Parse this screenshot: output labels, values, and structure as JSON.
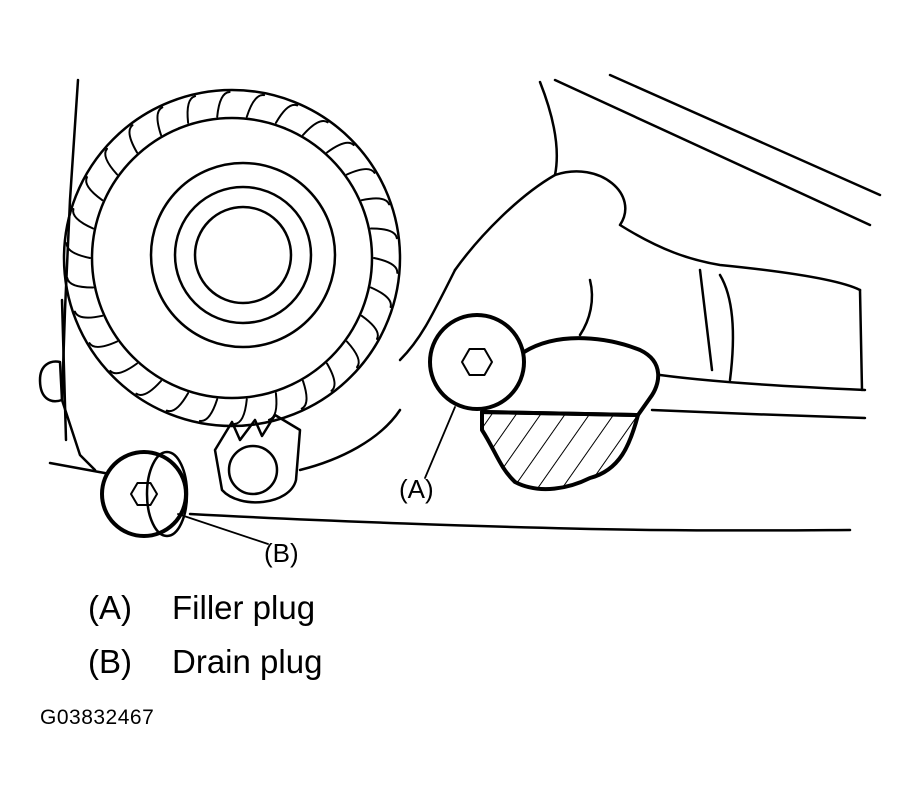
{
  "callouts": {
    "a": "(A)",
    "b": "(B)"
  },
  "legend": [
    {
      "key": "(A)",
      "text": "Filler plug"
    },
    {
      "key": "(B)",
      "text": "Drain plug"
    }
  ],
  "figure_id": "G03832467"
}
